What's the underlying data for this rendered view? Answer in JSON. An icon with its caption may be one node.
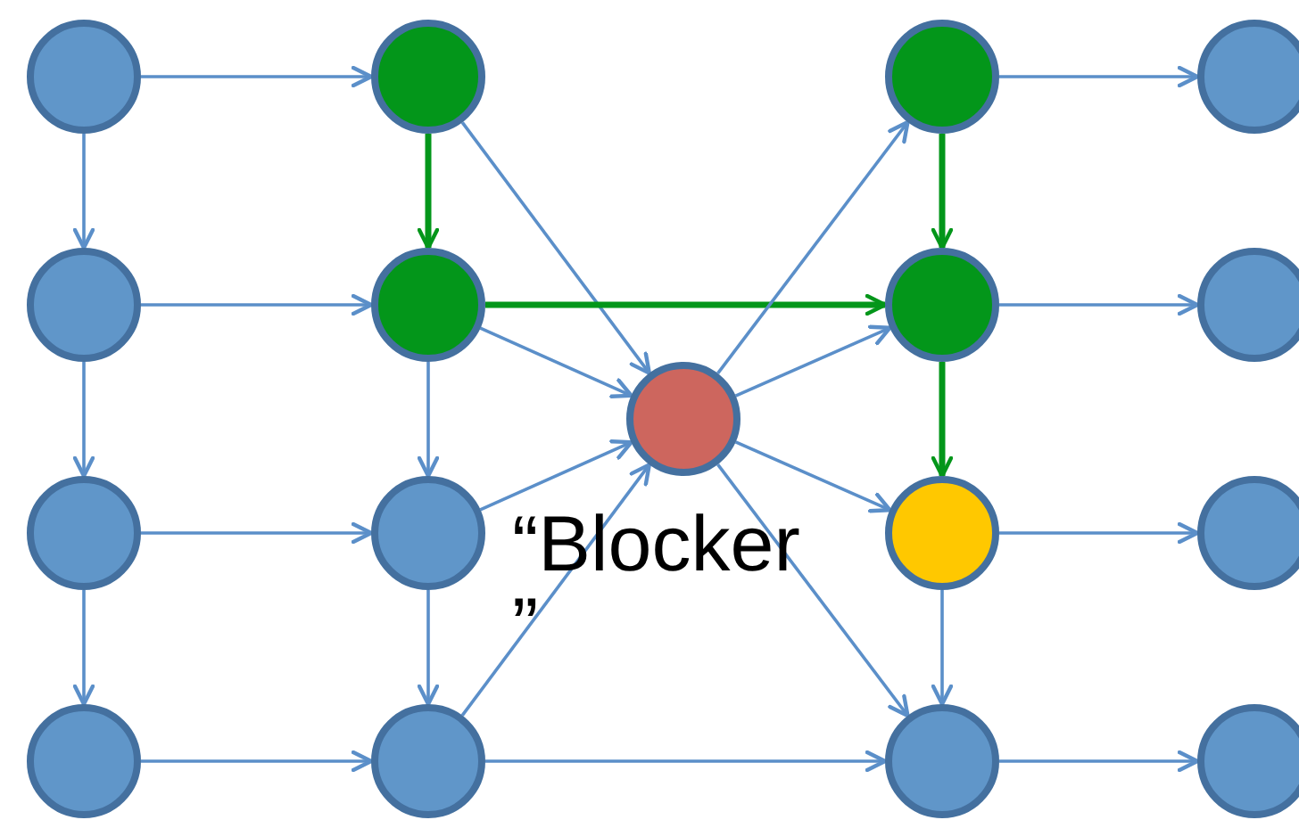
{
  "diagram": {
    "nodes": [
      {
        "text": [],
        "shape": "circle"
      },
      {
        "text": [],
        "shape": "circle"
      },
      {
        "text": [],
        "shape": "circle"
      },
      {
        "text": [],
        "shape": "circle"
      },
      {
        "text": [],
        "shape": "circle"
      },
      {
        "text": [],
        "shape": "circle"
      },
      {
        "text": [],
        "shape": "circle"
      },
      {
        "text": [],
        "shape": "circle"
      },
      {
        "text": [],
        "shape": "circle",
        "beside": [
          "“Blocker ”"
        ]
      },
      {
        "text": [],
        "shape": "circle"
      },
      {
        "text": [],
        "shape": "circle"
      },
      {
        "text": [],
        "shape": "circle"
      },
      {
        "text": [],
        "shape": "circle"
      },
      {
        "text": [],
        "shape": "circle"
      },
      {
        "text": [],
        "shape": "circle"
      },
      {
        "text": [],
        "shape": "circle"
      },
      {
        "text": [],
        "shape": "circle"
      }
    ],
    "edges": [
      {
        "from": 0,
        "to": 1,
        "arrow": "to"
      },
      {
        "from": 0,
        "to": 4,
        "arrow": "to"
      },
      {
        "from": 1,
        "to": 5,
        "arrow": "to",
        "style": "thick",
        "color": "#03961a"
      },
      {
        "from": 1,
        "to": 8,
        "arrow": "to"
      },
      {
        "from": 2,
        "to": 3,
        "arrow": "to"
      },
      {
        "from": 2,
        "to": 6,
        "arrow": "to",
        "style": "thick",
        "color": "#03961a"
      },
      {
        "from": 4,
        "to": 5,
        "arrow": "to"
      },
      {
        "from": 4,
        "to": 9,
        "arrow": "to"
      },
      {
        "from": 5,
        "to": 6,
        "arrow": "to",
        "style": "thick",
        "color": "#03961a"
      },
      {
        "from": 5,
        "to": 8,
        "arrow": "to"
      },
      {
        "from": 5,
        "to": 10,
        "arrow": "to"
      },
      {
        "from": 6,
        "to": 7,
        "arrow": "to"
      },
      {
        "from": 6,
        "to": 11,
        "arrow": "to",
        "style": "thick",
        "color": "#03961a"
      },
      {
        "from": 8,
        "to": 2,
        "arrow": "to"
      },
      {
        "from": 8,
        "to": 6,
        "arrow": "to"
      },
      {
        "from": 8,
        "to": 11,
        "arrow": "to"
      },
      {
        "from": 8,
        "to": 15,
        "arrow": "to"
      },
      {
        "from": 9,
        "to": 10,
        "arrow": "to"
      },
      {
        "from": 9,
        "to": 13,
        "arrow": "to"
      },
      {
        "from": 10,
        "to": 8,
        "arrow": "to"
      },
      {
        "from": 10,
        "to": 14,
        "arrow": "to"
      },
      {
        "from": 11,
        "to": 12,
        "arrow": "to"
      },
      {
        "from": 11,
        "to": 15,
        "arrow": "to"
      },
      {
        "from": 13,
        "to": 14,
        "arrow": "to"
      },
      {
        "from": 14,
        "to": 8,
        "arrow": "to"
      },
      {
        "from": 14,
        "to": 15,
        "arrow": "to"
      },
      {
        "from": 15,
        "to": 16,
        "arrow": "to"
      }
    ]
  }
}
